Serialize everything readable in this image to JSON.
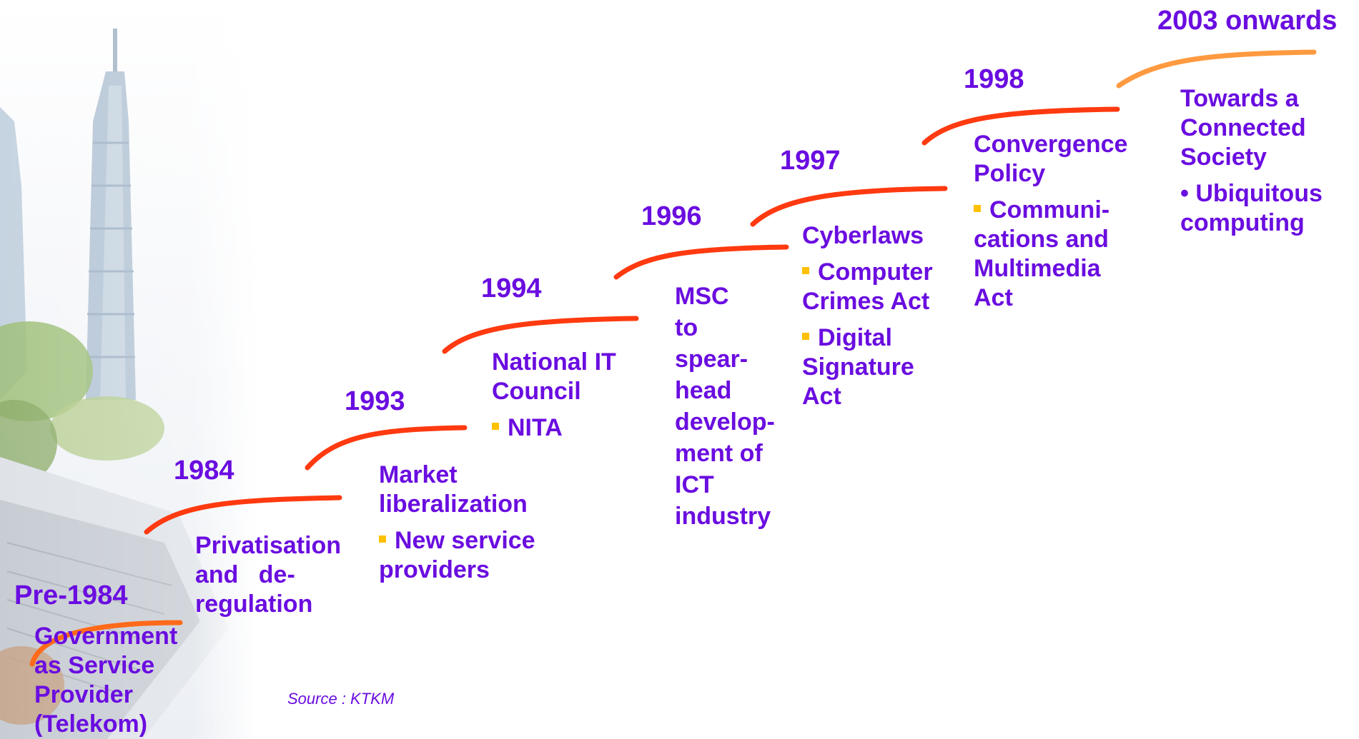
{
  "source": "Source : KTKM",
  "colors": {
    "text": "#6a0de0",
    "arc": "#ff3a10",
    "arc_light": "#ff9a40",
    "bullet": "#ffc000"
  },
  "stages": [
    {
      "year": "Pre-1984",
      "lines": [
        "Government",
        "as Service",
        "Provider",
        "(Telekom)"
      ],
      "bullets": []
    },
    {
      "year": "1984",
      "lines": [
        "Privatisation",
        "and   de-",
        "regulation"
      ],
      "bullets": []
    },
    {
      "year": "1993",
      "lines": [
        "Market",
        "liberalization"
      ],
      "bullets": [
        [
          "New service",
          "providers"
        ]
      ]
    },
    {
      "year": "1994",
      "lines": [
        "National IT",
        "Council"
      ],
      "bullets": [
        [
          "NITA"
        ]
      ]
    },
    {
      "year": "1996",
      "lines": [
        "MSC",
        "to",
        "spear-",
        "head",
        "develop-",
        "ment of",
        "ICT",
        "industry"
      ],
      "bullets": []
    },
    {
      "year": "1997",
      "lines": [
        "Cyberlaws"
      ],
      "bullets": [
        [
          "Computer",
          "Crimes Act"
        ],
        [
          "Digital",
          "Signature",
          "Act"
        ]
      ]
    },
    {
      "year": "1998",
      "lines": [
        "Convergence",
        "Policy"
      ],
      "bullets": [
        [
          "Communi-",
          "cations and",
          "Multimedia",
          "Act"
        ]
      ]
    },
    {
      "year": "2003 onwards",
      "lines": [
        "Towards a",
        "Connected",
        "Society",
        "• Ubiquitous",
        "computing"
      ],
      "bullets": []
    }
  ]
}
